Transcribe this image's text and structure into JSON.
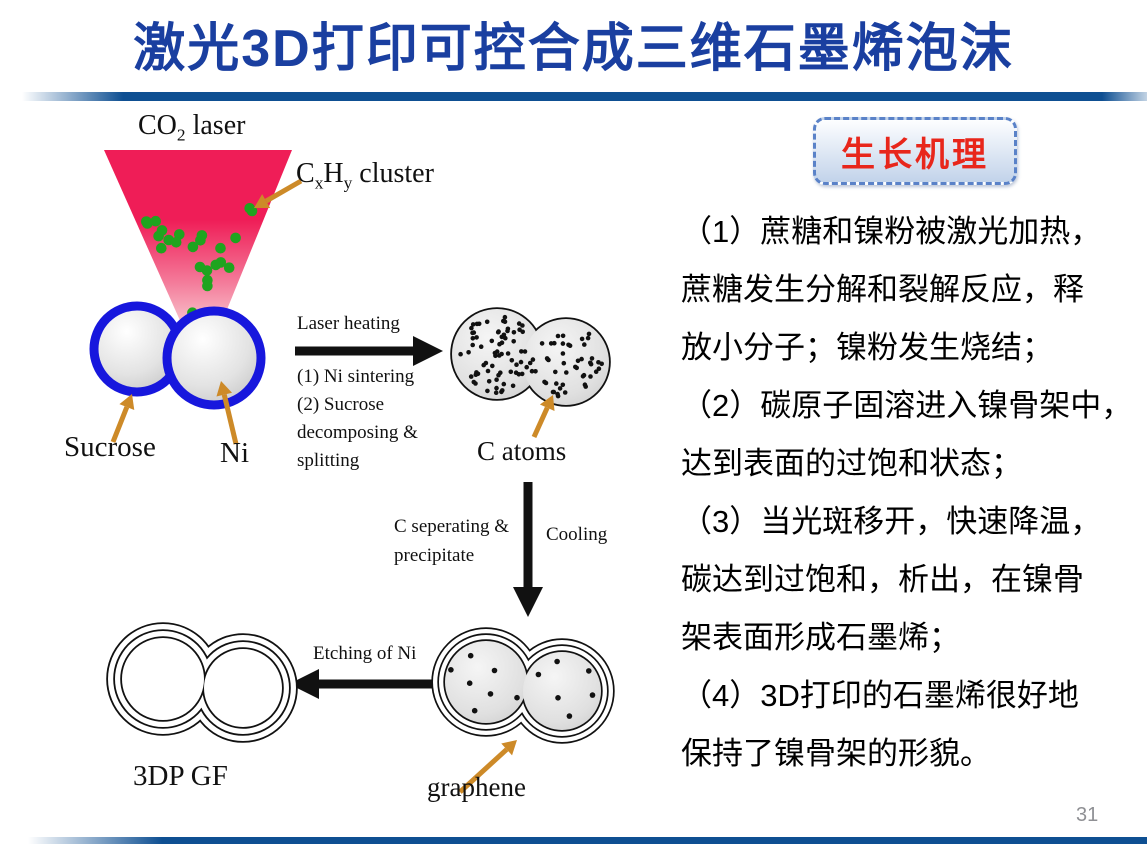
{
  "title": "激光3D打印可控合成三维石墨烯泡沫",
  "page_number": "31",
  "colors": {
    "title_blue": "#1a3fa0",
    "bar_blue": "#0e4f92",
    "badge_red": "#e8261b",
    "badge_border": "#5a82c8",
    "badge_bg_top": "#fdfeff",
    "badge_bg_bottom": "#c2d3ea",
    "laser_top": "#ef1d57",
    "laser_mid": "#f47b9a",
    "laser_bottom": "#f9d4d8",
    "dot_green": "#1fa41f",
    "sphere_ring_blue": "#1717dd",
    "arrow_orange": "#cd8a28",
    "ink": "#111111",
    "page_gray": "#8f9094"
  },
  "diagram": {
    "co2_prefix": "CO",
    "co2_sub": "2",
    "co2_suffix": " laser",
    "cxhy_c": "C",
    "cxhy_x": "x",
    "cxhy_h": "H",
    "cxhy_y": "y",
    "cxhy_suffix": " cluster",
    "laser_heating": "Laser heating",
    "heating_steps": [
      "(1) Ni sintering",
      "(2) Sucrose",
      "decomposing &",
      "splitting"
    ],
    "sucrose": "Sucrose",
    "ni": "Ni",
    "c_atoms": "C atoms",
    "c_separating_line1": "C seperating &",
    "c_separating_line2": "precipitate",
    "cooling": "Cooling",
    "etching": "Etching of Ni",
    "graphene": "graphene",
    "gf_label": "3DP GF"
  },
  "mechanism": {
    "badge": "生长机理",
    "lines": [
      "（1）蔗糖和镍粉被激光加热，",
      "蔗糖发生分解和裂解反应，释",
      "放小分子；镍粉发生烧结；",
      "（2）碳原子固溶进入镍骨架中，",
      "达到表面的过饱和状态；",
      "（3）当光斑移开，快速降温，",
      "碳达到过饱和，析出，在镍骨",
      "架表面形成石墨烯；",
      "（4）3D打印的石墨烯很好地",
      "保持了镍骨架的形貌。"
    ]
  }
}
